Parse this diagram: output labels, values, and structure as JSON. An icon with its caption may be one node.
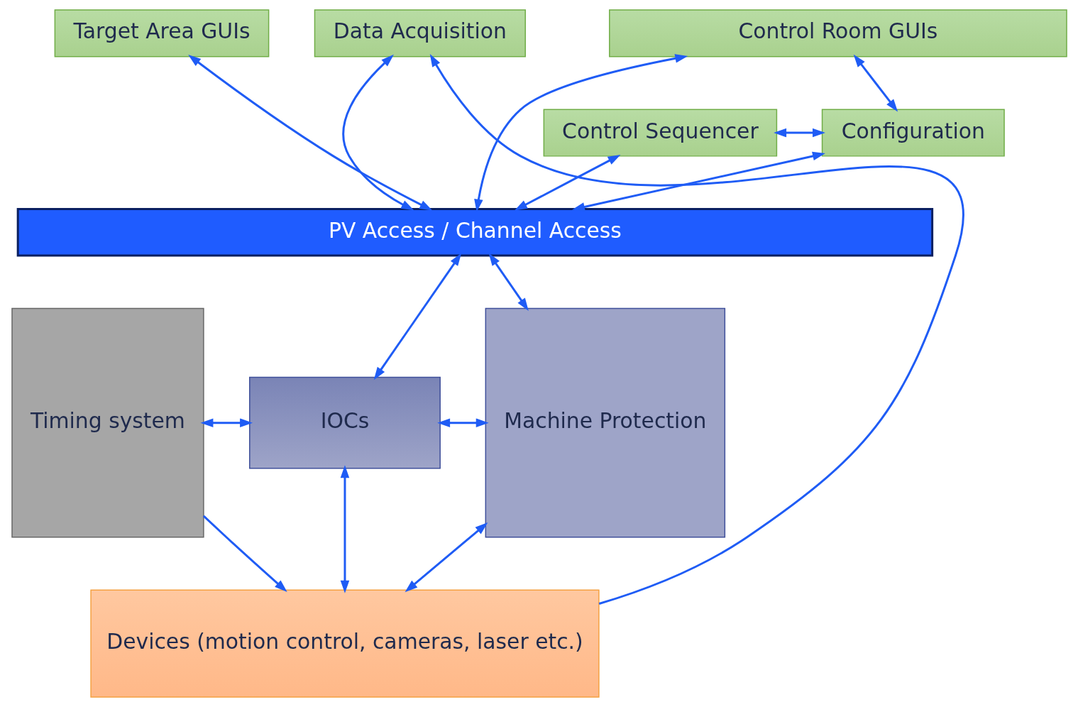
{
  "diagram": {
    "nodes": [
      {
        "text": [
          "Target Area GUIs"
        ]
      },
      {
        "text": [
          "Control Room GUIs"
        ]
      },
      {
        "text": [
          "Data Acquisition"
        ]
      },
      {
        "text": [
          "Control Sequencer"
        ]
      },
      {
        "text": [
          "Configuration"
        ]
      },
      {
        "text": [
          "PV Access / Channel Access"
        ]
      },
      {
        "text": [
          "Timing system"
        ]
      },
      {
        "text": [
          "IOCs"
        ]
      },
      {
        "text": [
          "Machine Protection"
        ]
      },
      {
        "text": [
          "Devices (motion control, cameras, laser etc.)"
        ]
      }
    ],
    "edges": [
      {
        "from": 0,
        "to": 5,
        "arrow": "both"
      },
      {
        "from": 1,
        "to": 5,
        "arrow": "both"
      },
      {
        "from": 1,
        "to": 4,
        "arrow": "both"
      },
      {
        "from": 3,
        "to": 4,
        "arrow": "both"
      },
      {
        "from": 3,
        "to": 5,
        "arrow": "both"
      },
      {
        "from": 4,
        "to": 5,
        "arrow": "both"
      },
      {
        "from": 2,
        "to": 5,
        "arrow": "both"
      },
      {
        "from": 5,
        "to": 7,
        "arrow": "both"
      },
      {
        "from": 5,
        "to": 8,
        "arrow": "both"
      },
      {
        "from": 6,
        "to": 7,
        "arrow": "both"
      },
      {
        "from": 7,
        "to": 8,
        "arrow": "both"
      },
      {
        "from": 7,
        "to": 9,
        "arrow": "both"
      },
      {
        "from": 6,
        "to": 9,
        "arrow": "to"
      },
      {
        "from": 9,
        "to": 8,
        "arrow": "both"
      },
      {
        "from": 9,
        "to": 2,
        "arrow": "to"
      }
    ]
  }
}
